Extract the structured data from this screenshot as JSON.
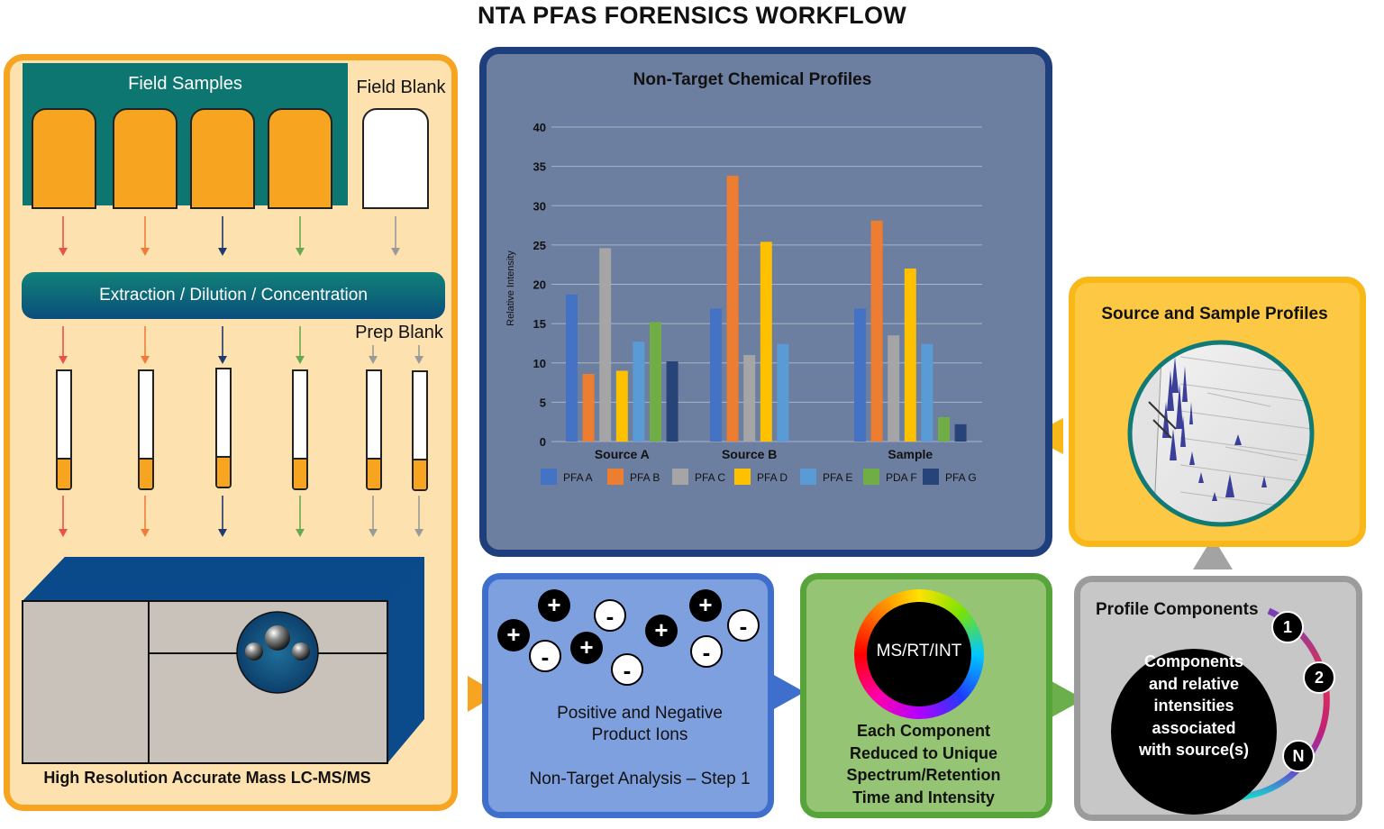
{
  "title": "NTA PFAS FORENSICS WORKFLOW",
  "sample_prep": {
    "field_samples_label": "Field Samples",
    "field_blank_label": "Field Blank",
    "extraction_label": "Extraction / Dilution / Concentration",
    "prep_blank_label": "Prep Blank",
    "instrument_label": "High Resolution Accurate Mass LC-MS/MS",
    "stream_colors": [
      "#e5534b",
      "#ee7d3b",
      "#1f3a6e",
      "#6aa84f",
      "#9a9a9a",
      "#9a9a9a"
    ]
  },
  "chart_data": {
    "type": "bar",
    "title": "Non-Target Chemical Profiles",
    "ylabel": "Relative Intensity",
    "xlabel": "",
    "ylim": [
      0,
      40
    ],
    "yticks": [
      0,
      5,
      10,
      15,
      20,
      25,
      30,
      35,
      40
    ],
    "grid": true,
    "legend_position": "bottom",
    "categories": [
      "Source A",
      "Source B",
      "Sample"
    ],
    "series": [
      {
        "name": "PFA A",
        "color": "#4472c4",
        "values": [
          18.7,
          16.9,
          16.9
        ]
      },
      {
        "name": "PFA B",
        "color": "#ed7d31",
        "values": [
          8.6,
          33.8,
          28.1
        ]
      },
      {
        "name": "PFA C",
        "color": "#a5a5a5",
        "values": [
          24.6,
          11.0,
          13.5
        ]
      },
      {
        "name": "PFA D",
        "color": "#ffc000",
        "values": [
          9.0,
          25.4,
          22.0
        ]
      },
      {
        "name": "PFA E",
        "color": "#5b9bd5",
        "values": [
          12.7,
          12.4,
          12.4
        ]
      },
      {
        "name": "PDA F",
        "color": "#70ad47",
        "values": [
          15.2,
          null,
          3.1
        ]
      },
      {
        "name": "PFA G",
        "color": "#264478",
        "values": [
          10.2,
          null,
          2.2
        ]
      }
    ]
  },
  "profiles": {
    "title": "Source and Sample Profiles"
  },
  "ions": {
    "label_line1": "Positive and Negative",
    "label_line2": "Product Ions",
    "step_label": "Non-Target Analysis – Step 1",
    "plus": "+",
    "minus": "-"
  },
  "components": {
    "ring_label": "MS/RT/INT",
    "line1": "Each Component",
    "line2": "Reduced to Unique",
    "line3": "Spectrum/Retention",
    "line4": "Time and Intensity"
  },
  "profile_components": {
    "title": "Profile Components",
    "line1": "Components",
    "line2": "and relative",
    "line3": "intensities",
    "line4": "associated",
    "line5": "with source(s)",
    "badges": [
      "1",
      "2",
      "N"
    ]
  },
  "colors": {
    "orange": "#f7a521",
    "teal": "#0d7670",
    "navy": "#1e3f7c",
    "blue": "#3e6fcc",
    "green": "#56a43a",
    "gray": "#9b9b9b",
    "yellow": "#f8b817"
  }
}
